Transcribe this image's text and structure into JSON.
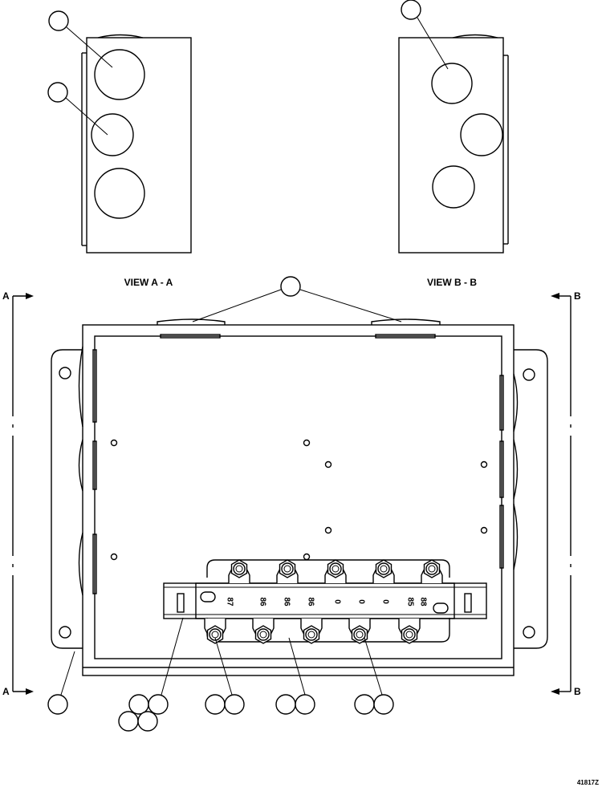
{
  "views": {
    "view_a_label": "VIEW A - A",
    "view_b_label": "VIEW B - B"
  },
  "section_marks": {
    "a_top": "A",
    "a_bottom": "A",
    "b_top": "B",
    "b_bottom": "B"
  },
  "terminal_strip": {
    "labels": [
      "87",
      "86",
      "86",
      "86",
      "0",
      "0",
      "0",
      "85",
      "88"
    ]
  },
  "drawing_number": "41817Z",
  "callout_count": 15
}
